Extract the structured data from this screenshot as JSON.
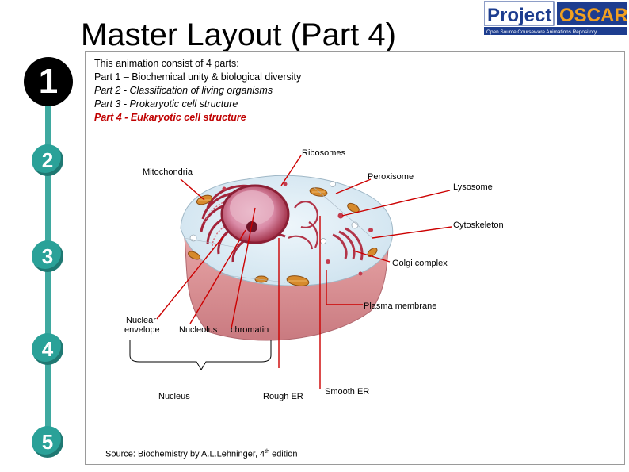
{
  "title": "Master Layout (Part 4)",
  "logo": {
    "word1": "Project",
    "word2": "OSCAR",
    "tagline": "Open Source Courseware Animations Repository"
  },
  "steps": [
    "1",
    "2",
    "3",
    "4",
    "5"
  ],
  "intro": {
    "line0": "This animation consist of 4 parts:",
    "line1": "Part 1 – Biochemical unity & biological diversity",
    "line2": "Part 2 - Classification of living organisms",
    "line3": "Part 3 - Prokaryotic cell structure",
    "line4": "Part 4 - Eukaryotic cell structure"
  },
  "labels": {
    "ribosomes": "Ribosomes",
    "mitochondria": "Mitochondria",
    "peroxisome": "Peroxisome",
    "lysosome": "Lysosome",
    "cytoskeleton": "Cytoskeleton",
    "golgi": "Golgi complex",
    "plasma": "Plasma membrane",
    "nuclear_line1": "Nuclear",
    "nuclear_line2": "envelope",
    "nucleolus": "Nucleolus",
    "chromatin": "chromatin",
    "nucleus": "Nucleus",
    "rough_er": "Rough ER",
    "smooth_er": "Smooth ER"
  },
  "source": {
    "text": "Source: Biochemistry by A.L.Lehninger, 4",
    "sup": "th",
    "suffix": " edition"
  },
  "colors": {
    "accent_red": "#c00000",
    "rail_teal": "#2aa198",
    "pointer": "#cc0000"
  }
}
